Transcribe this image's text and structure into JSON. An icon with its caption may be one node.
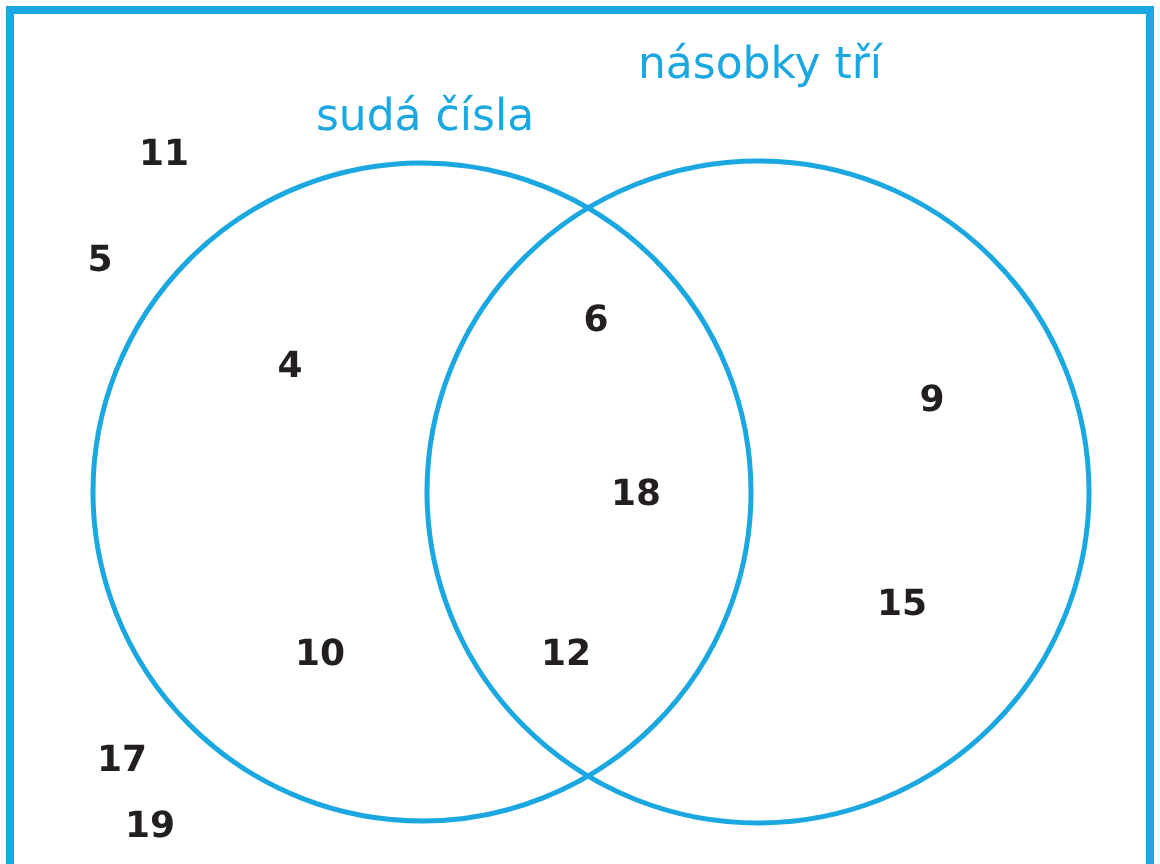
{
  "diagram": {
    "nodes": [
      {
        "text": [
          "sudá čísla"
        ]
      },
      {
        "text": [
          "násobky tří"
        ]
      }
    ],
    "labels": [
      "11",
      "5",
      "6",
      "4",
      "9",
      "18",
      "15",
      "10",
      "12",
      "17",
      "19"
    ]
  }
}
